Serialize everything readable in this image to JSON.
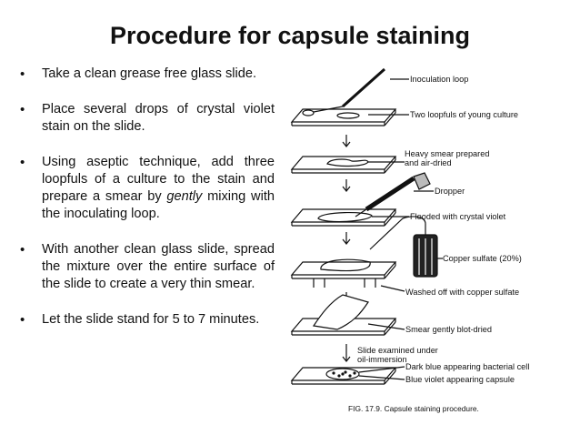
{
  "slide": {
    "title": "Procedure for capsule staining",
    "bullets": [
      {
        "text": "Take a clean grease free glass slide."
      },
      {
        "text": "Place several drops of crystal violet stain on the slide."
      },
      {
        "text_before": "Using aseptic technique, add three loopfuls of a culture to the stain and prepare a smear by ",
        "emphasis": "gently",
        "text_after": " mixing with the inoculating loop."
      },
      {
        "text": "With another clean glass slide, spread the mixture over the entire surface of the slide to create a very thin smear."
      },
      {
        "text": "Let the slide stand for 5 to 7 minutes."
      }
    ]
  },
  "figure": {
    "labels": {
      "inoculation_loop": "Inoculation loop",
      "two_loopfuls": "Two loopfuls of young culture",
      "heavy_smear_1": "Heavy smear prepared",
      "heavy_smear_2": "and air-dried",
      "dropper": "Dropper",
      "flooded": "Flooded with crystal violet",
      "copper_sulfate": "Copper sulfate (20%)",
      "washed_off": "Washed off with copper sulfate",
      "blot_dried": "Smear gently blot-dried",
      "examined_1": "Slide examined under",
      "examined_2": "oil-immersion",
      "dark_blue": "Dark blue appearing bacterial cell",
      "blue_violet": "Blue violet appearing capsule"
    },
    "caption": "FIG. 17.9. Capsule staining procedure."
  }
}
